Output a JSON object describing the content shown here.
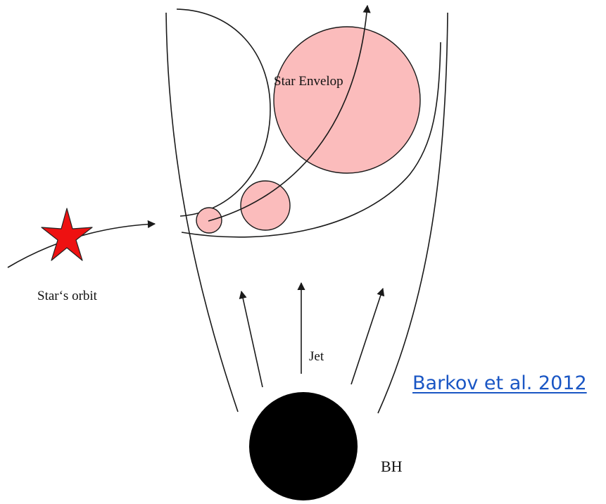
{
  "labels": {
    "star_envelop": "Star Envelop",
    "stars_orbit": "Star‘s orbit",
    "jet": "Jet",
    "bh": "BH"
  },
  "citation": {
    "text": "Barkov et al. 2012"
  },
  "colors": {
    "envelope_fill": "#fbbcbc",
    "star_fill": "#ee1111",
    "black_hole": "#000000",
    "line": "#1a1a1a",
    "link": "#1a56c4"
  }
}
